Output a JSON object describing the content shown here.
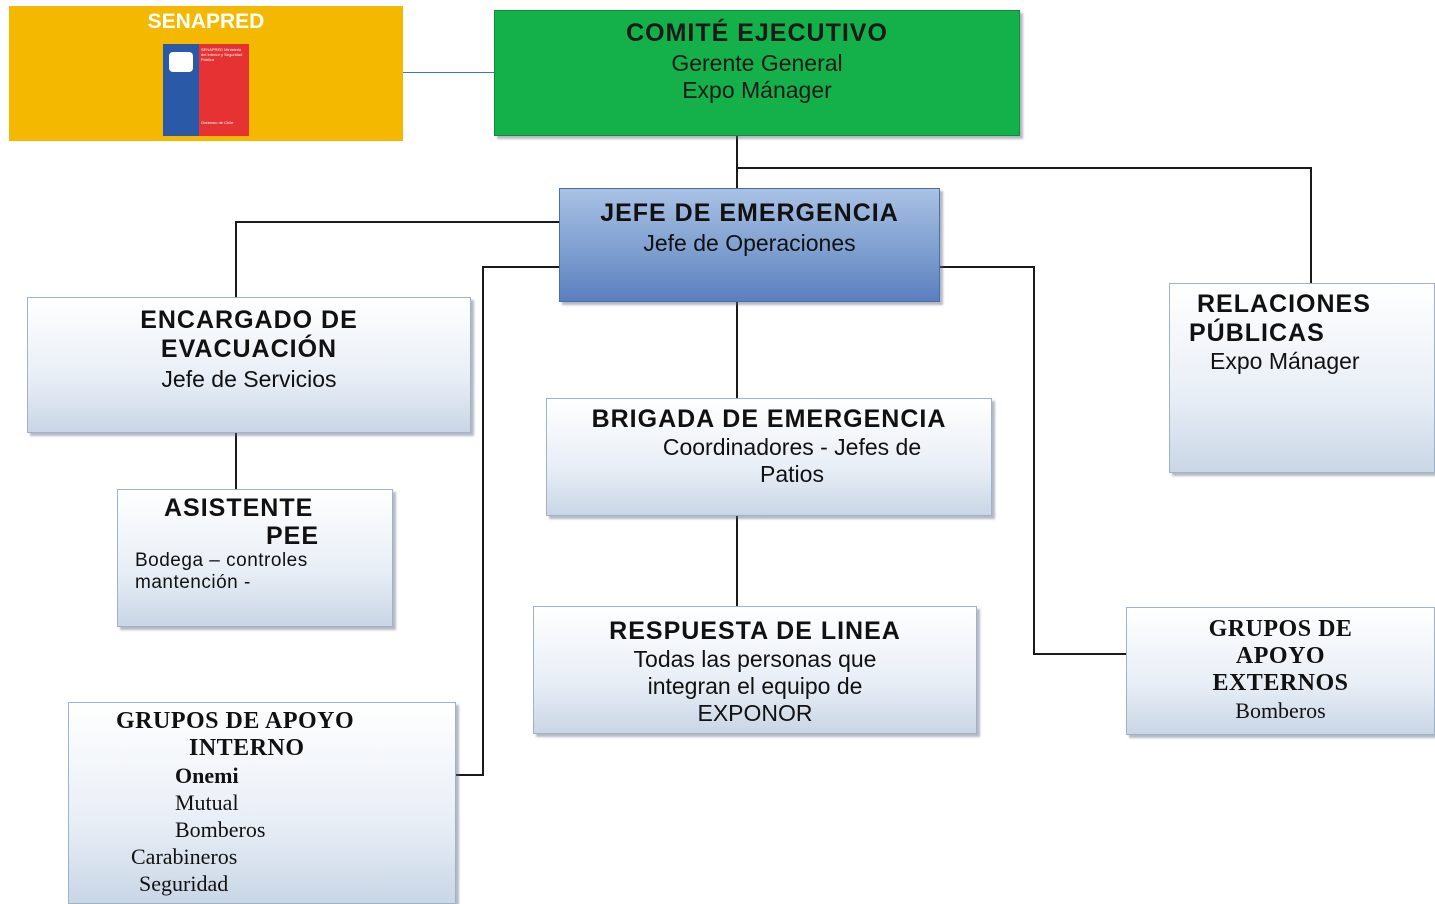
{
  "logo": {
    "brand_text": "SENAPRED",
    "flag_text": "SENAPRED Ministerio del Interior y Seguridad Pública",
    "flag_footer": "Gobierno de Chile",
    "bg_color": "#f4b800",
    "flag_blue": "#2a5aa7",
    "flag_red": "#e63232"
  },
  "nodes": {
    "comite": {
      "title": "COMITÉ EJECUTIVO",
      "line1": "Gerente General",
      "line2": "Expo Mánager",
      "color": "#14b14a"
    },
    "jefe_emergencia": {
      "title": "JEFE DE EMERGENCIA",
      "line1": "Jefe de Operaciones"
    },
    "evacuacion": {
      "title1": "ENCARGADO DE",
      "title2": "EVACUACIÓN",
      "line1": "Jefe de Servicios"
    },
    "relaciones": {
      "title1": "RELACIONES",
      "title2": "PÚBLICAS",
      "line1": "Expo Mánager"
    },
    "brigada": {
      "title": "BRIGADA DE EMERGENCIA",
      "line1": "Coordinadores - Jefes de",
      "line2": "Patios"
    },
    "asistente": {
      "title1": "ASISTENTE",
      "title2": "PEE",
      "line1": "Bodega – controles",
      "line2": "mantención -"
    },
    "respuesta": {
      "title": "RESPUESTA DE LINEA",
      "line1": "Todas las personas que",
      "line2": "integran el equipo de",
      "line3": "EXPONOR"
    },
    "externos": {
      "title1": "GRUPOS DE",
      "title2": "APOYO",
      "title3": "EXTERNOS",
      "line1": "Bomberos"
    },
    "interno": {
      "title1": "GRUPOS DE APOYO",
      "title2": "INTERNO",
      "items": [
        "Onemi",
        "Mutual",
        "Bomberos",
        "Carabineros",
        "Seguridad"
      ]
    }
  }
}
